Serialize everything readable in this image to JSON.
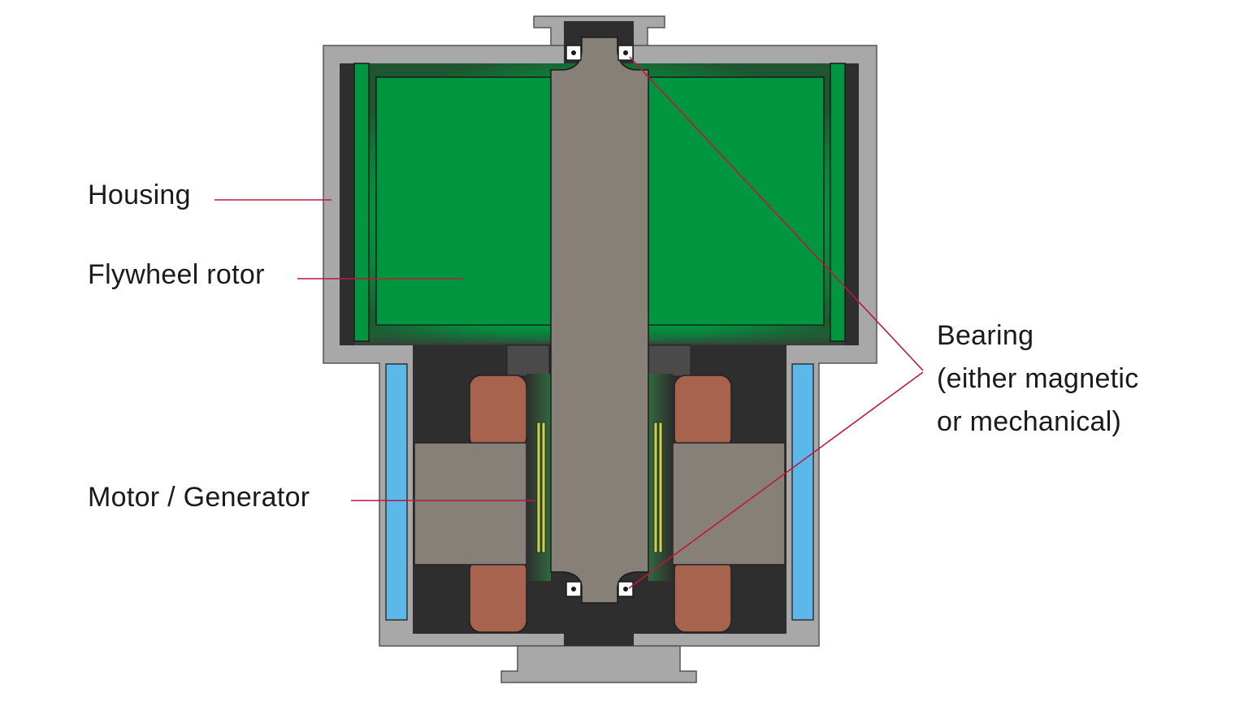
{
  "labels": {
    "housing": "Housing",
    "flywheel_rotor": "Flywheel rotor",
    "motor_generator": "Motor / Generator",
    "bearing_line1": "Bearing",
    "bearing_line2": "(either magnetic",
    "bearing_line3": "or mechanical)"
  },
  "colors": {
    "housing": "#a8a8a8",
    "housing_stroke": "#555555",
    "dark": "#2e2e2e",
    "rotor_green": "#00963f",
    "rotor_edge_green": "#1e7a3c",
    "shaft": "#878079",
    "coil": "#a8634e",
    "cooling": "#5bb8e8",
    "leader_line": "#c0163f",
    "magnet": "#c8d24a"
  }
}
